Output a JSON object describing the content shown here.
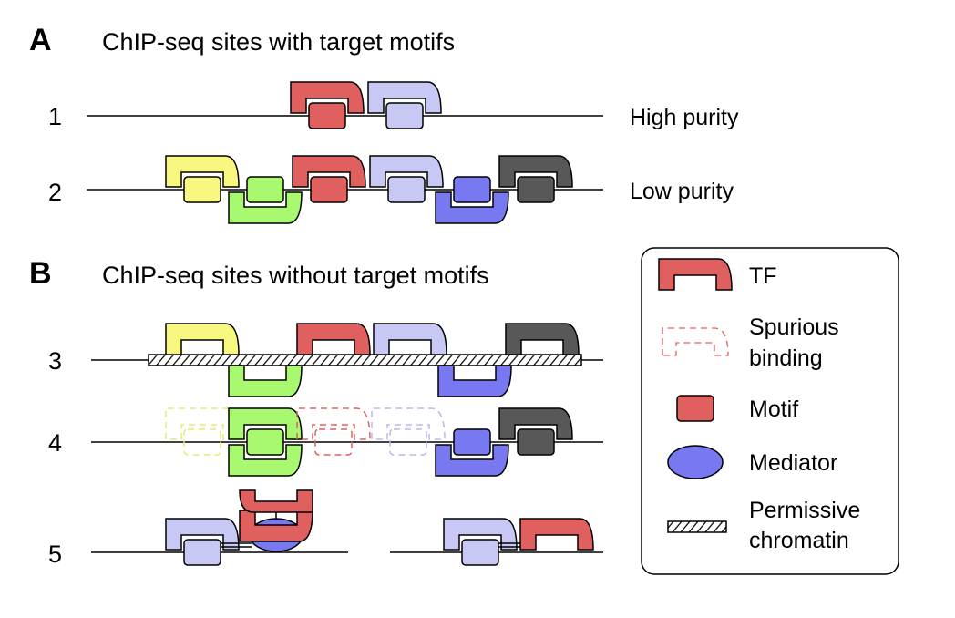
{
  "colors": {
    "tf_red": "#e06060",
    "tf_lavender": "#c8c8f5",
    "tf_yellow": "#f8f880",
    "tf_green": "#a8f870",
    "tf_blue": "#7878f0",
    "tf_dark": "#585858",
    "chromatin_hatch": "#000000"
  },
  "panel_a": {
    "letter": "A",
    "title": "ChIP-seq sites with target motifs",
    "rows": [
      {
        "number": "1",
        "label": "High purity"
      },
      {
        "number": "2",
        "label": "Low purity"
      }
    ]
  },
  "panel_b": {
    "letter": "B",
    "title": "ChIP-seq sites without target motifs",
    "rows": [
      {
        "number": "3"
      },
      {
        "number": "4"
      },
      {
        "number": "5"
      }
    ]
  },
  "legend": {
    "tf": "TF",
    "spurious_line1": "Spurious",
    "spurious_line2": "binding",
    "motif": "Motif",
    "mediator": "Mediator",
    "permissive_line1": "Permissive",
    "permissive_line2": "chromatin"
  }
}
